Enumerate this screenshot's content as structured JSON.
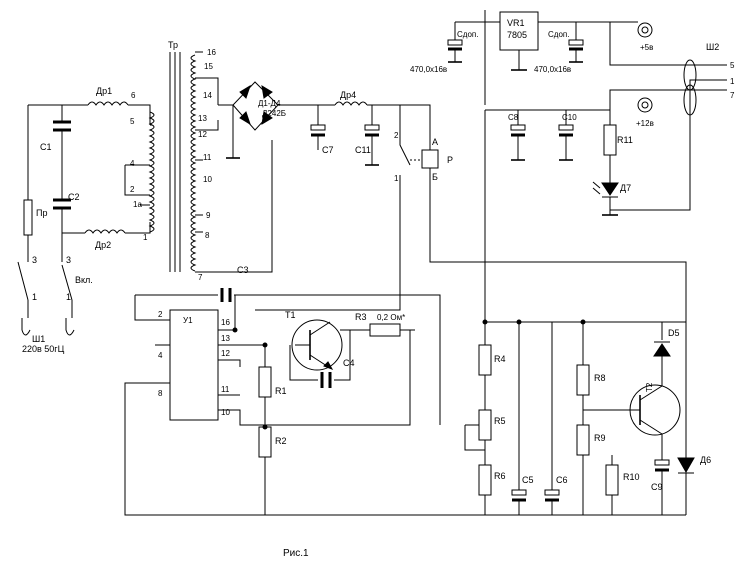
{
  "labels": {
    "mains": "220в 50гЦ",
    "plug": "Ш1",
    "fuse": "Пр",
    "switch": "Вкл.",
    "sw_pin3a": "3",
    "sw_pin1a": "1",
    "sw_pin3b": "3",
    "sw_pin1b": "1",
    "c1": "С1",
    "c2": "С2",
    "dr1": "Др1",
    "dr2": "Др2",
    "dr4": "Др4",
    "transformer": "Тр",
    "tr_pins": [
      "16",
      "15",
      "14",
      "13",
      "12",
      "11",
      "10",
      "9",
      "8",
      "7"
    ],
    "pri_pins": [
      "6",
      "5",
      "4",
      "2",
      "1а",
      "1"
    ],
    "bridge1": "Д1-Д4",
    "bridge2": "Д242Б",
    "c7": "С7",
    "c11": "С11",
    "c3": "С3",
    "relay": "Р",
    "relay_a": "А",
    "relay_b": "Б",
    "relay_p2": "2",
    "relay_p1": "1",
    "vr1": "VR1",
    "vr1_type": "7805",
    "cdop_left": "Сдоп.",
    "cdop_right": "Сдоп.",
    "cap_left_value": "470,0х16в",
    "cap_right_value": "470,0х16в",
    "c8": "С8",
    "c10": "С10",
    "r11": "R11",
    "d7": "Д7",
    "out_5v": "+5в",
    "out_12v": "+12в",
    "connector": "Ш2",
    "conn_pins": [
      "5",
      "1",
      "7"
    ],
    "u1": "У1",
    "u1_pins": [
      "2",
      "4",
      "8",
      "16",
      "13",
      "12",
      "11",
      "10"
    ],
    "t1": "Т1",
    "t2": "Т2",
    "r1": "R1",
    "r2": "R2",
    "r3": "R3",
    "r3_value": "0,2 Ом*",
    "c4": "С4",
    "r4": "R4",
    "r5": "R5",
    "r6": "R6",
    "c5": "С5",
    "c6": "С6",
    "r8": "R8",
    "r9": "R9",
    "r10": "R10",
    "c9": "С9",
    "d5": "D5",
    "d6": "Д6",
    "caption": "Рис.1"
  }
}
